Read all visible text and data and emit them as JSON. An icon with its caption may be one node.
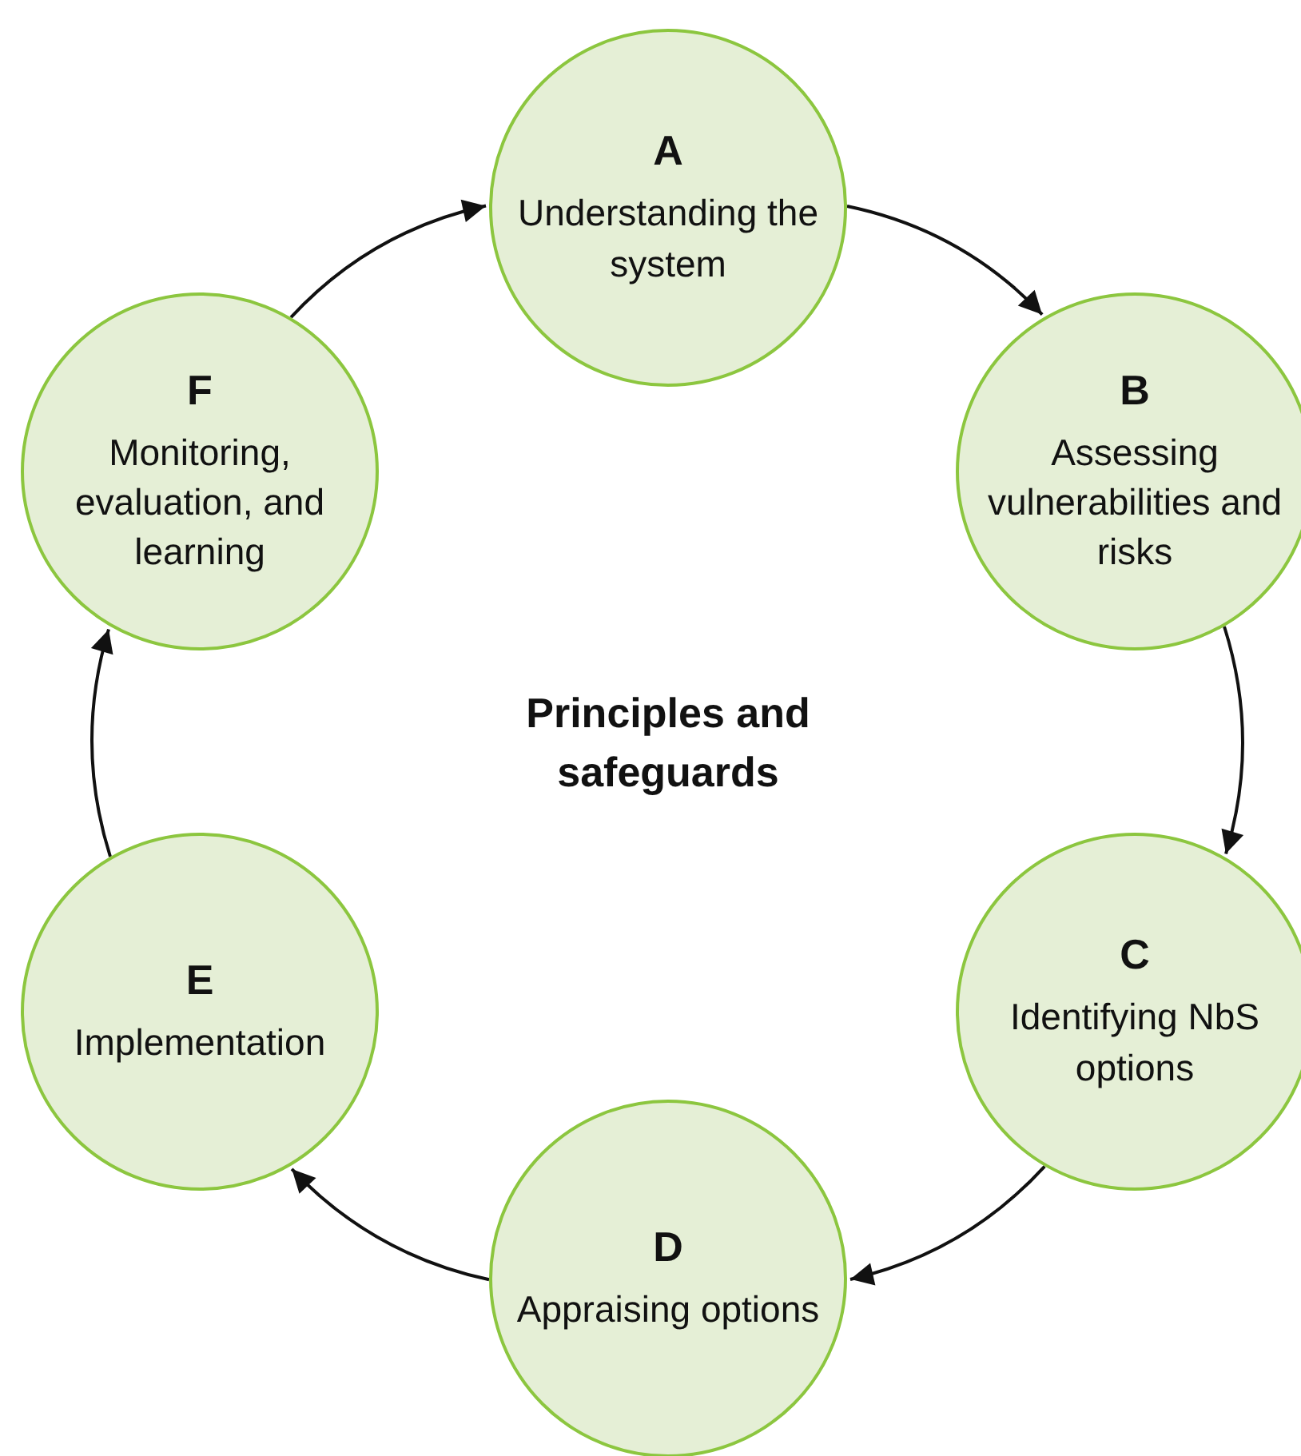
{
  "diagram": {
    "nodes": [
      {
        "text": [
          "A",
          "Understanding the system"
        ]
      },
      {
        "text": [
          "B",
          "Assessing vulnerabilities and risks"
        ]
      },
      {
        "text": [
          "C",
          "Identifying NbS options"
        ]
      },
      {
        "text": [
          "D",
          "Appraising options"
        ]
      },
      {
        "text": [
          "E",
          "Implementation"
        ]
      },
      {
        "text": [
          "F",
          "Monitoring, evaluation, and learning"
        ]
      }
    ],
    "edges": [
      {
        "from": 0,
        "to": 1,
        "arrow": "to"
      },
      {
        "from": 1,
        "to": 2,
        "arrow": "to"
      },
      {
        "from": 2,
        "to": 3,
        "arrow": "to"
      },
      {
        "from": 3,
        "to": 4,
        "arrow": "to"
      },
      {
        "from": 4,
        "to": 5,
        "arrow": "to"
      },
      {
        "from": 5,
        "to": 0,
        "arrow": "to"
      }
    ],
    "labels": [
      "Principles and safeguards"
    ]
  }
}
